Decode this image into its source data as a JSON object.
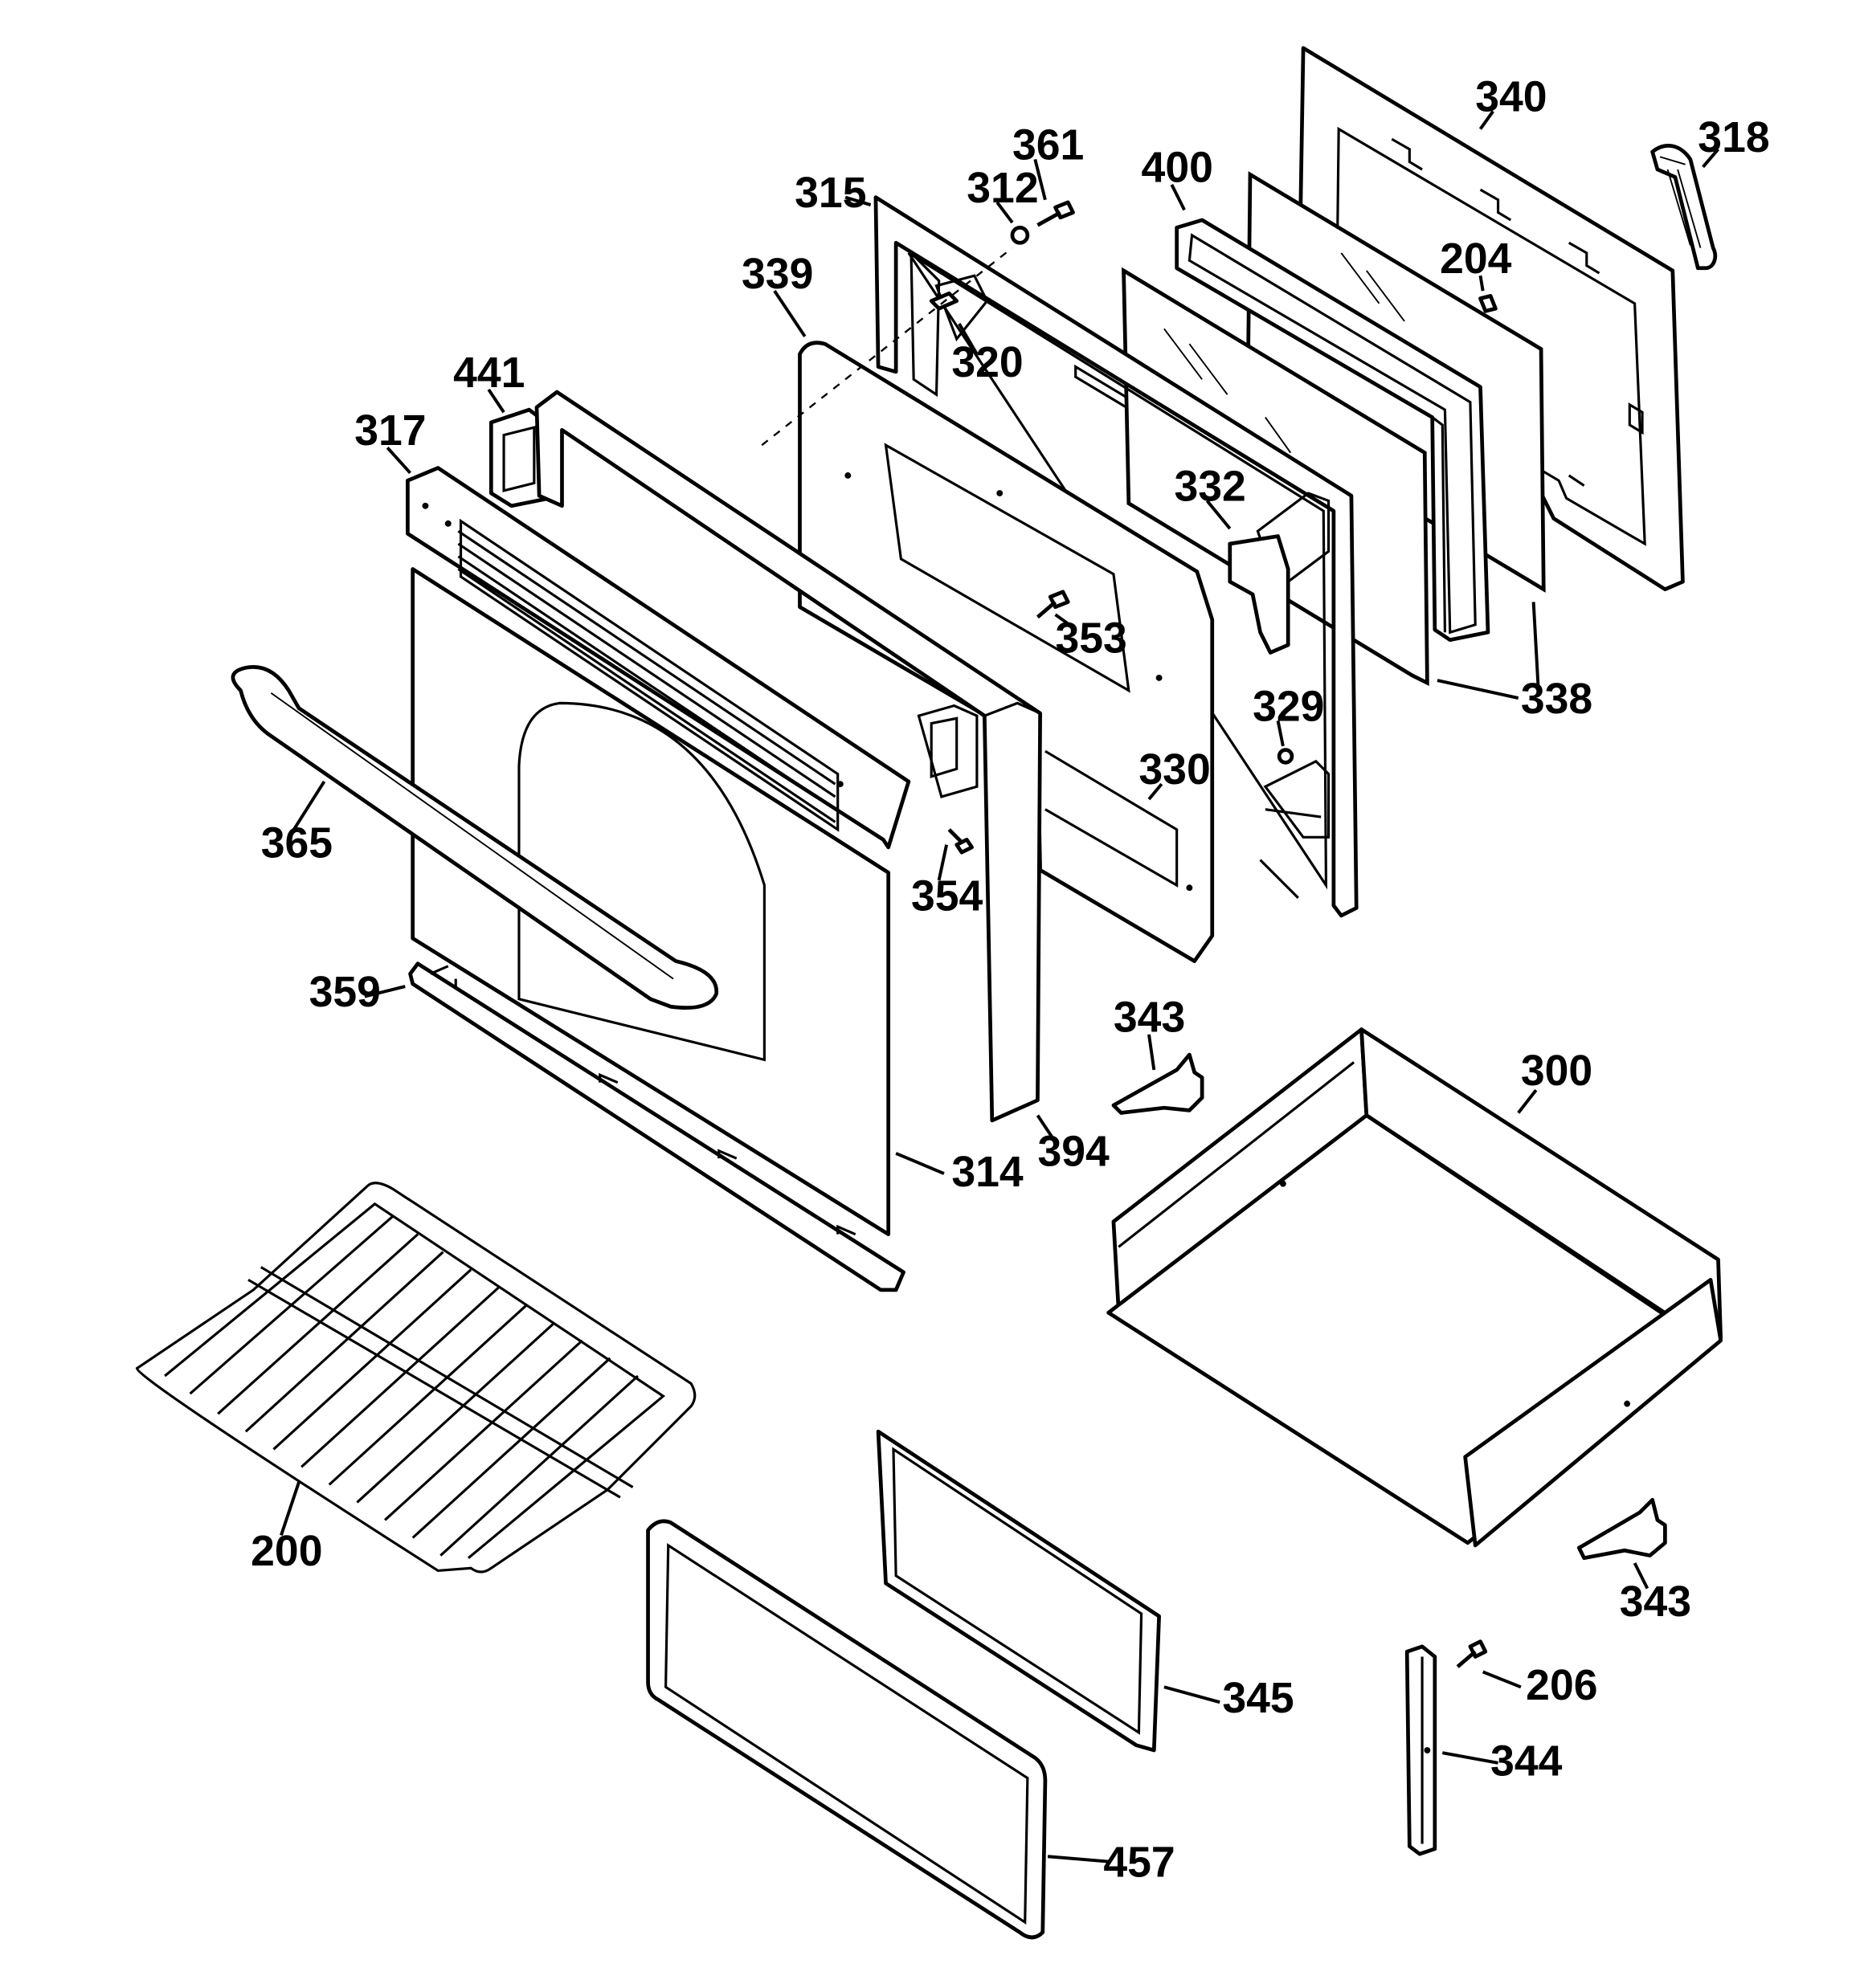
{
  "callouts": [
    {
      "id": "340",
      "label": "340"
    },
    {
      "id": "318",
      "label": "318"
    },
    {
      "id": "361",
      "label": "361"
    },
    {
      "id": "400",
      "label": "400"
    },
    {
      "id": "312",
      "label": "312"
    },
    {
      "id": "315",
      "label": "315"
    },
    {
      "id": "204",
      "label": "204"
    },
    {
      "id": "339",
      "label": "339"
    },
    {
      "id": "320",
      "label": "320"
    },
    {
      "id": "441",
      "label": "441"
    },
    {
      "id": "317",
      "label": "317"
    },
    {
      "id": "332",
      "label": "332"
    },
    {
      "id": "353",
      "label": "353"
    },
    {
      "id": "338",
      "label": "338"
    },
    {
      "id": "329",
      "label": "329"
    },
    {
      "id": "330",
      "label": "330"
    },
    {
      "id": "365",
      "label": "365"
    },
    {
      "id": "354",
      "label": "354"
    },
    {
      "id": "359",
      "label": "359"
    },
    {
      "id": "343a",
      "label": "343"
    },
    {
      "id": "300",
      "label": "300"
    },
    {
      "id": "394",
      "label": "394"
    },
    {
      "id": "314",
      "label": "314"
    },
    {
      "id": "200",
      "label": "200"
    },
    {
      "id": "343b",
      "label": "343"
    },
    {
      "id": "206",
      "label": "206"
    },
    {
      "id": "345",
      "label": "345"
    },
    {
      "id": "344",
      "label": "344"
    },
    {
      "id": "457",
      "label": "457"
    }
  ],
  "colors": {
    "line": "#000000",
    "background": "#ffffff"
  }
}
